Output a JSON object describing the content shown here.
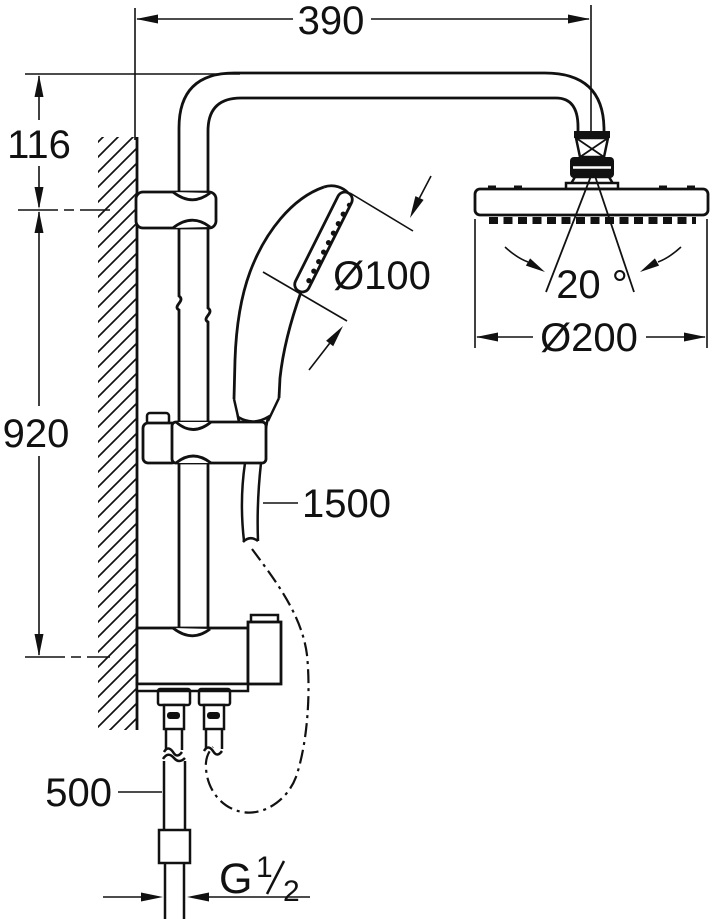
{
  "diagram": {
    "type": "technical-dimension-drawing",
    "subject": "shower-system-with-head-shower-and-hand-shower",
    "colors": {
      "ink": "#111111",
      "paper": "#ffffff"
    },
    "dimensions": {
      "top_width": "390",
      "top_offset": "116",
      "rail_height": "920",
      "hand_shower_diameter": "Ø100",
      "head_tilt_angle": "20 °",
      "head_shower_diameter": "Ø200",
      "hose_length": "1500",
      "supply_pipe_length": "500",
      "thread_label": "G 1/2",
      "thread_parts": {
        "base": "G",
        "numerator": "1",
        "denominator": "2"
      }
    }
  }
}
